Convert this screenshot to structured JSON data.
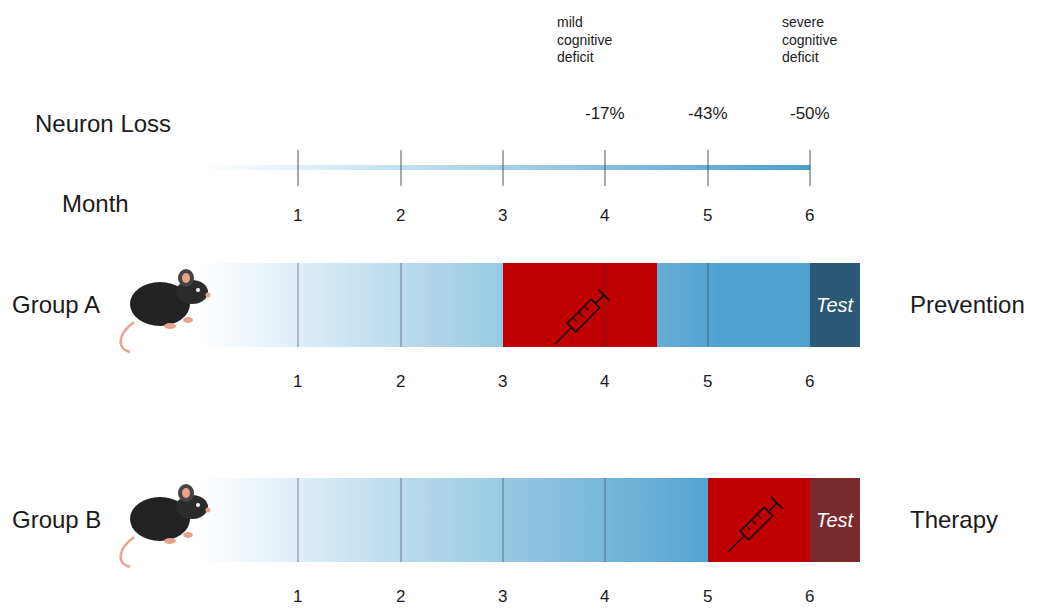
{
  "diagram": {
    "nodes": [
      {
        "text": [
          "Group A",
          "Prevention"
        ]
      },
      {
        "text": [
          "Test"
        ],
        "in": 0
      },
      {
        "text": [
          "Group B",
          "Therapy"
        ]
      },
      {
        "text": [
          "Test"
        ],
        "in": 2
      }
    ],
    "labels": [
      "Neuron Loss",
      "Month",
      "1",
      "2",
      "3",
      "4",
      "5",
      "6",
      "mild cognitive deficit",
      "-17%",
      "-43%",
      "-50%",
      "severe cognitive deficit",
      "1",
      "2",
      "3",
      "4",
      "5",
      "6",
      "1",
      "2",
      "3",
      "4",
      "5",
      "6"
    ]
  }
}
